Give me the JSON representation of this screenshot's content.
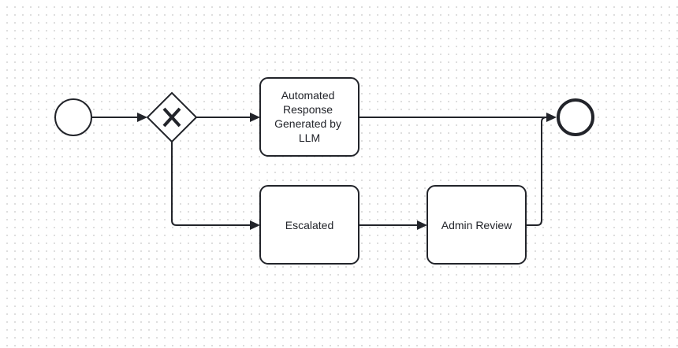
{
  "diagram": {
    "notation": "BPMN",
    "start_event": {
      "type": "start-event"
    },
    "gateway": {
      "type": "exclusive-gateway",
      "marker": "X"
    },
    "tasks": {
      "automated": {
        "lines": [
          "Automated",
          "Response",
          "Generated by",
          "LLM"
        ]
      },
      "escalated": {
        "lines": [
          "Escalated"
        ]
      },
      "admin": {
        "lines": [
          "Admin Review"
        ]
      }
    },
    "end_event": {
      "type": "end-event"
    },
    "flows": [
      {
        "from": "start",
        "to": "gateway"
      },
      {
        "from": "gateway",
        "to": "automated"
      },
      {
        "from": "gateway",
        "to": "escalated"
      },
      {
        "from": "automated",
        "to": "end"
      },
      {
        "from": "escalated",
        "to": "admin"
      },
      {
        "from": "admin",
        "to": "end"
      }
    ],
    "colors": {
      "stroke": "#22242a",
      "fill": "#ffffff",
      "grid_dot": "#d6d6d6"
    }
  }
}
